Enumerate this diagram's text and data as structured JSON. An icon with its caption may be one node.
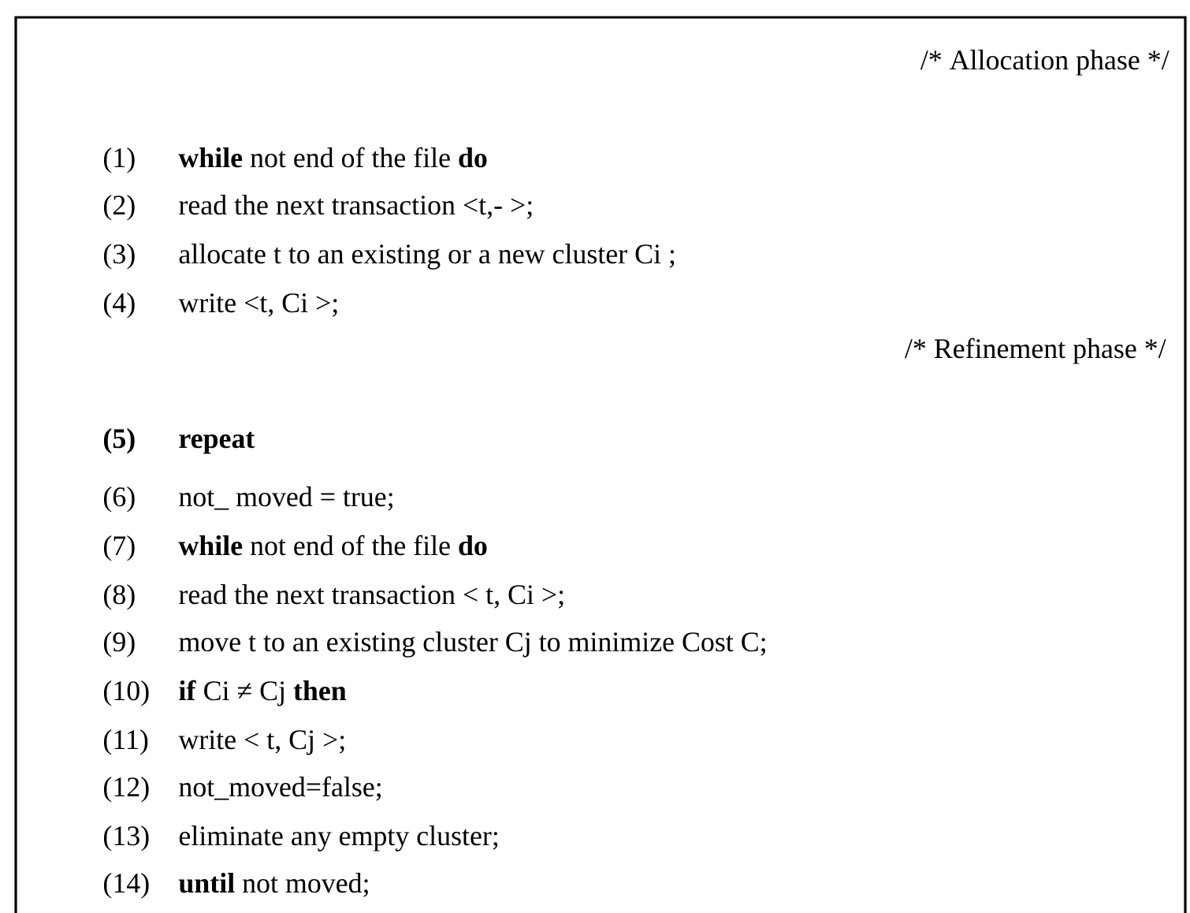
{
  "diagram": {
    "nodes": [
      {
        "text": [
          "/* Allocation phase */",
          "(1)",
          "**while** not end of the file **do**",
          "(2)",
          "read the next transaction <t,- >;",
          "(3)",
          "allocate t to an existing or a new cluster Ci ;",
          "(4)",
          "write  <t, Ci >;",
          "/*  Refinement phase */",
          "(5)",
          "repeat",
          "(6)",
          "not_ moved = true;",
          "(7)",
          "**while** not end of the file **do**",
          "(8)",
          "read the next transaction < t, Ci >;",
          "(9)",
          "move t to an existing cluster Cj to minimize Cost C;",
          "(10)",
          "**if** Ci  ≠ Cj **then**",
          "(11)",
          "write < t, Cj  >;",
          "(12)",
          "not_moved=false;",
          "(13)",
          "eliminate any empty cluster;",
          "(14)",
          "**until** not moved;"
        ]
      }
    ]
  }
}
